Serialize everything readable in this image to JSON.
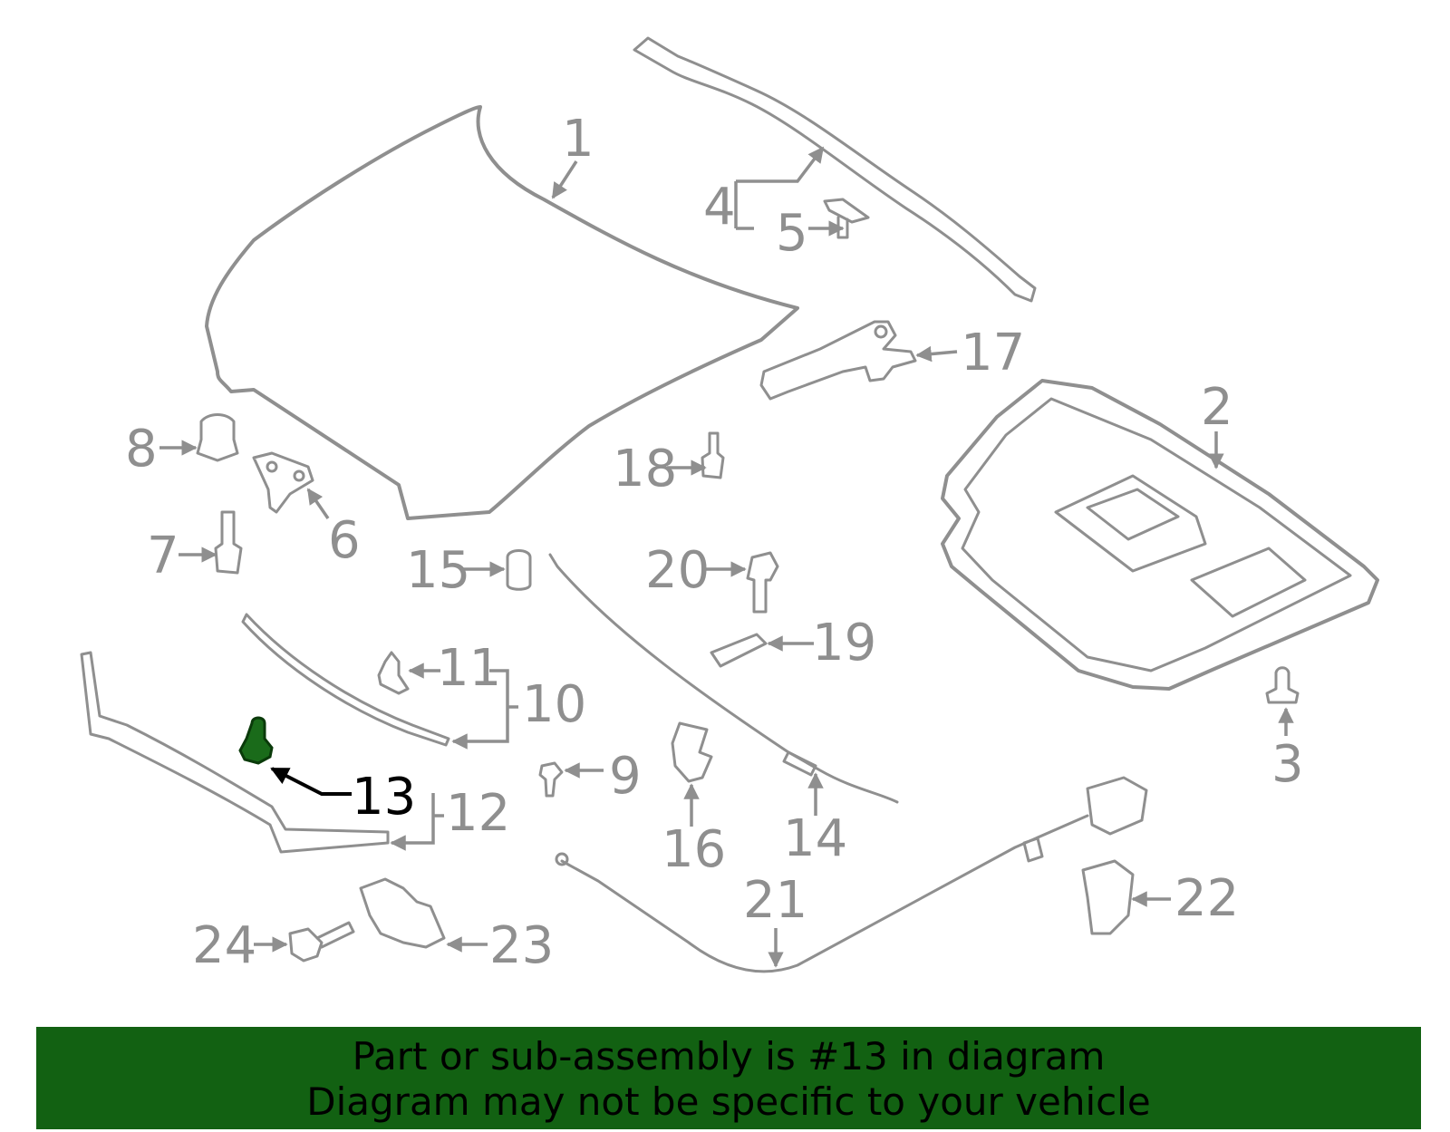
{
  "diagram": {
    "highlighted_part": "13",
    "highlight_color": "#1a6b1a",
    "line_color": "#8f8f8f",
    "callouts": [
      "1",
      "2",
      "3",
      "4",
      "5",
      "6",
      "7",
      "8",
      "9",
      "10",
      "11",
      "12",
      "13",
      "14",
      "15",
      "16",
      "17",
      "18",
      "19",
      "20",
      "21",
      "22",
      "23",
      "24"
    ]
  },
  "banner": {
    "background": "#126112",
    "line1": "Part or sub-assembly is #13 in diagram",
    "line2": "Diagram may not be specific to your vehicle"
  }
}
